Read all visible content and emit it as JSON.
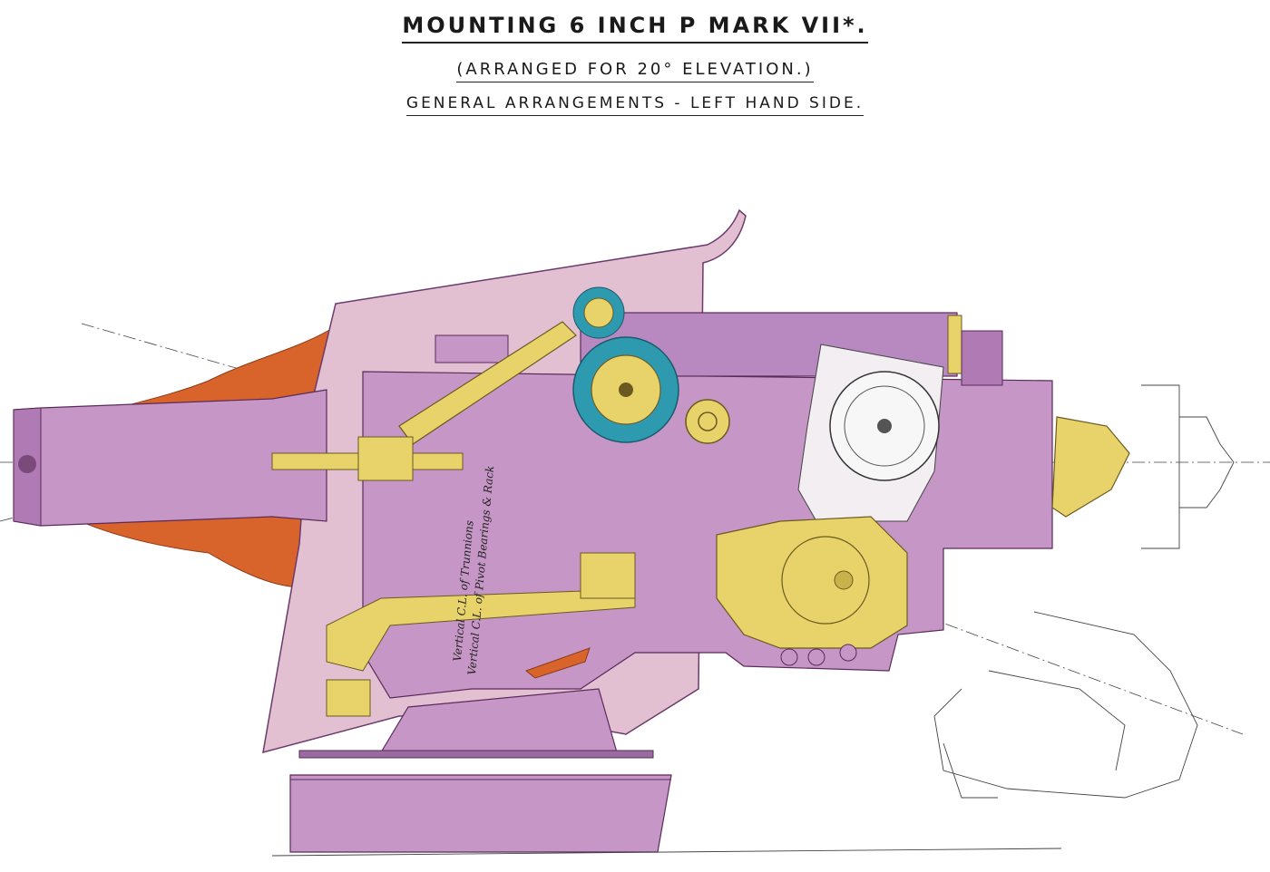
{
  "title": "MOUNTING 6 INCH P MARK VII*.",
  "subtitle": "(ARRANGED FOR 20° ELEVATION.)",
  "subtitle2": "GENERAL ARRANGEMENTS - LEFT HAND SIDE.",
  "annotation_1": "Vertical C.L. of Trunnions",
  "annotation_2": "Vertical C.L. of Pivot Bearings & Rack",
  "colors": {
    "mauve": "#c596c6",
    "purple": "#a368b0",
    "pink": "#e2c0d2",
    "orange": "#d9642b",
    "yellow": "#e8d36a",
    "teal": "#2e9ab0",
    "line": "#3a2a3a"
  }
}
